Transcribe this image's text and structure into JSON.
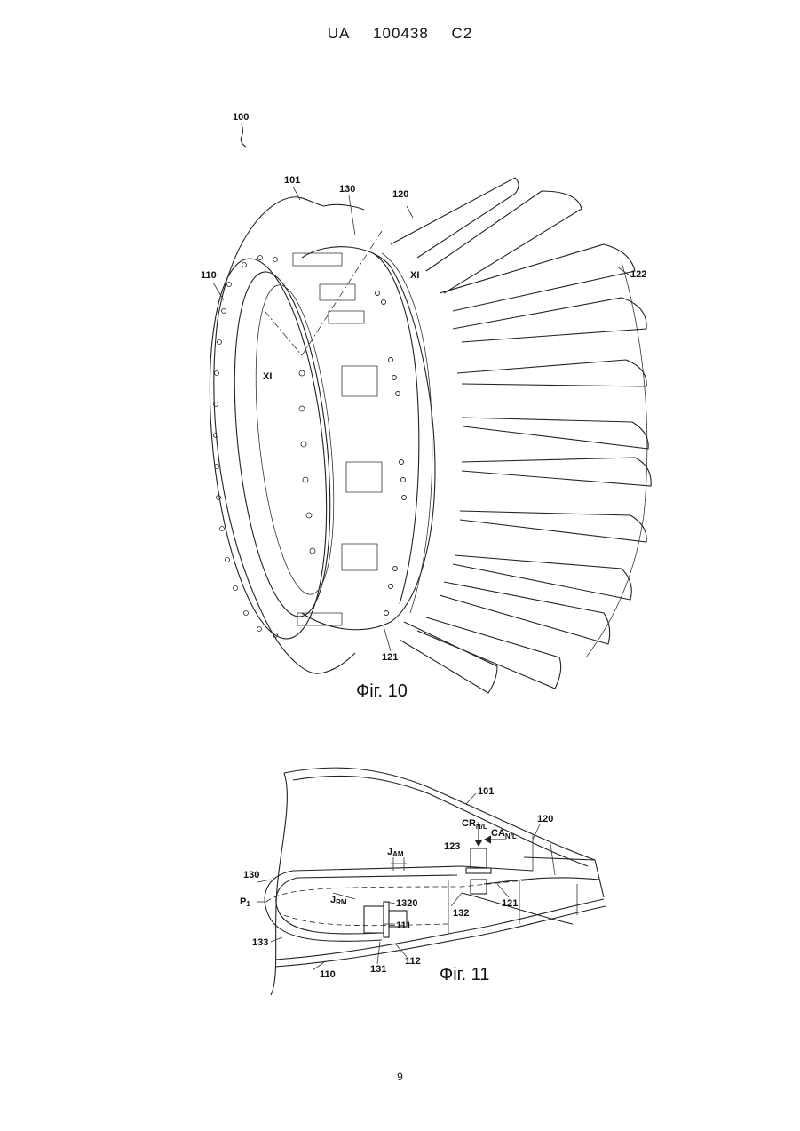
{
  "header": {
    "country": "UA",
    "number": "100438",
    "kind": "C2"
  },
  "page_number": "9",
  "fig10": {
    "caption": "Фіг. 10",
    "labels": {
      "l100": "100",
      "l101": "101",
      "l130": "130",
      "l120": "120",
      "l110": "110",
      "l122": "122",
      "lXI_a": "XI",
      "lXI_b": "XI",
      "l121": "121"
    }
  },
  "fig11": {
    "caption": "Фіг. 11",
    "labels": {
      "l101": "101",
      "lCR": "CR",
      "lCRs": "N/L",
      "l120": "120",
      "lCA": "CA",
      "lCAs": "N/L",
      "lJAM": "J",
      "lJAMs": "AM",
      "l123": "123",
      "l130": "130",
      "lP1": "P",
      "lP1s": "1",
      "lJRM": "J",
      "lJRMs": "RM",
      "l1320": "1320",
      "l132": "132",
      "l121": "121",
      "l111": "111",
      "l133": "133",
      "l112": "112",
      "l131": "131",
      "l110": "110"
    }
  }
}
